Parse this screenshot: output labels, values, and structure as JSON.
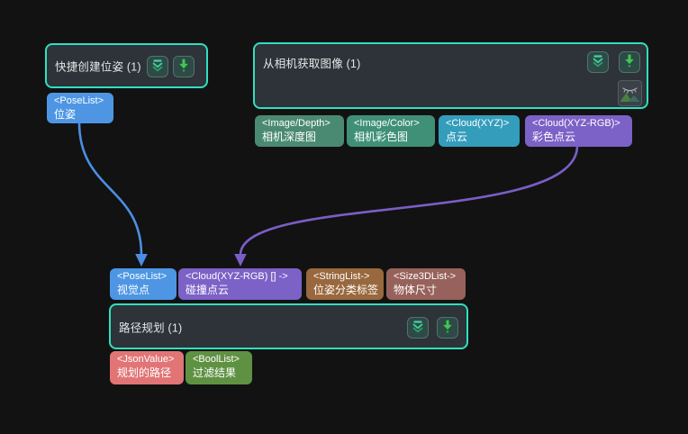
{
  "canvas": {
    "background": "#121212",
    "node_border_color": "#30dfc0",
    "node_fill_color": "#2d3338"
  },
  "nodes": {
    "quick_create_pose": {
      "title": "快捷创建位姿 (1)",
      "buttons": [
        {
          "icon": "double-chevron-down-icon"
        },
        {
          "icon": "run-arrow-down-icon"
        }
      ]
    },
    "capture_images_from_camera": {
      "title": "从相机获取图像 (1)",
      "buttons": [
        {
          "icon": "double-chevron-down-icon"
        },
        {
          "icon": "run-arrow-down-icon"
        }
      ],
      "thumbnail_icon": "closed-eye-mountains-icon"
    },
    "path_planning": {
      "title": "路径规划 (1)",
      "buttons": [
        {
          "icon": "double-chevron-down-icon"
        },
        {
          "icon": "run-arrow-down-icon"
        }
      ]
    }
  },
  "ports": {
    "pose_output": {
      "type": "<PoseList>",
      "label": "位姿",
      "color": "#4e96e3"
    },
    "camera_depth_output": {
      "type": "<Image/Depth>",
      "label": "相机深度图",
      "color": "#4b8a72"
    },
    "camera_color_output": {
      "type": "<Image/Color>",
      "label": "相机彩色图",
      "color": "#3f9077"
    },
    "point_cloud_output": {
      "type": "<Cloud(XYZ)>",
      "label": "点云",
      "color": "#349dbb"
    },
    "color_point_cloud_output": {
      "type": "<Cloud(XYZ-RGB)>",
      "label": "彩色点云",
      "color": "#7c61c6"
    },
    "vision_points_input": {
      "type": "<PoseList>",
      "label": "视觉点",
      "color": "#4e96e3"
    },
    "collision_cloud_input": {
      "type": "<Cloud(XYZ-RGB) [] ->",
      "label": "碰撞点云",
      "color": "#7c61c6"
    },
    "pose_class_label_input": {
      "type": "<StringList->",
      "label": "位姿分类标签",
      "color": "#99683e"
    },
    "object_size_input": {
      "type": "<Size3DList->",
      "label": "物体尺寸",
      "color": "#97625b"
    },
    "planned_path_output": {
      "type": "<JsonValue>",
      "label": "规划的路径",
      "color": "#e17575"
    },
    "filter_result_output": {
      "type": "<BoolList>",
      "label": "过滤结果",
      "color": "#5f9142"
    }
  },
  "edges": [
    {
      "from": "位姿",
      "to": "视觉点",
      "color": "#4a8fe4"
    },
    {
      "from": "彩色点云",
      "to": "碰撞点云",
      "color": "#7a5ec6"
    }
  ]
}
